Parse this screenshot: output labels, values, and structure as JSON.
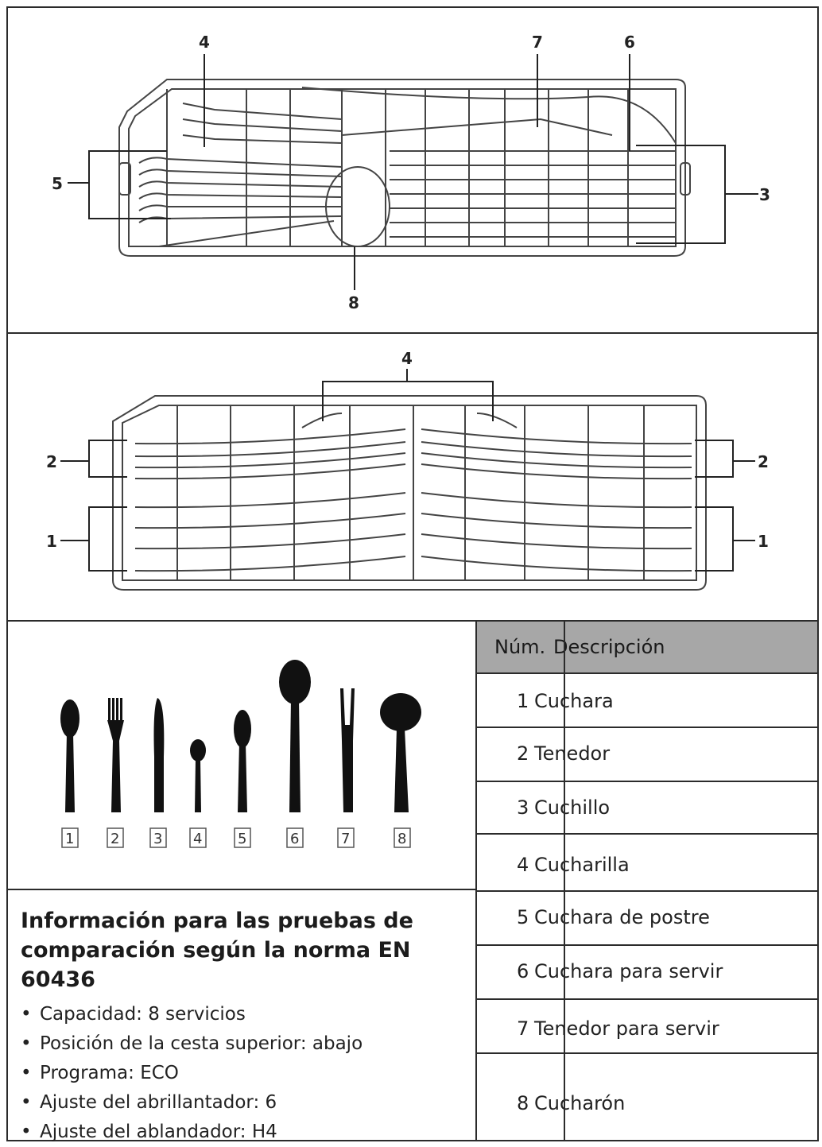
{
  "top_basket": {
    "callouts": {
      "c4": "4",
      "c7": "7",
      "c6": "6",
      "c5": "5",
      "c3": "3",
      "c8": "8"
    }
  },
  "mid_basket": {
    "callouts": {
      "c4": "4",
      "c2_left": "2",
      "c2_right": "2",
      "c1_left": "1",
      "c1_right": "1"
    }
  },
  "cutlery_icons": [
    {
      "number": "1",
      "icon": "spoon-icon"
    },
    {
      "number": "2",
      "icon": "fork-icon"
    },
    {
      "number": "3",
      "icon": "knife-icon"
    },
    {
      "number": "4",
      "icon": "teaspoon-icon"
    },
    {
      "number": "5",
      "icon": "dessert-spoon-icon"
    },
    {
      "number": "6",
      "icon": "serving-spoon-icon"
    },
    {
      "number": "7",
      "icon": "serving-fork-icon"
    },
    {
      "number": "8",
      "icon": "ladle-icon"
    }
  ],
  "table": {
    "header": {
      "num": "Núm.",
      "desc": "Descripción"
    },
    "rows": [
      {
        "num": "1",
        "desc": "Cuchara"
      },
      {
        "num": "2",
        "desc": "Tenedor"
      },
      {
        "num": "3",
        "desc": "Cuchillo"
      },
      {
        "num": "4",
        "desc": "Cucharilla"
      },
      {
        "num": "5",
        "desc": "Cuchara de postre"
      },
      {
        "num": "6",
        "desc": "Cuchara para servir"
      },
      {
        "num": "7",
        "desc": "Tenedor para servir"
      },
      {
        "num": "8",
        "desc": "Cucharón"
      }
    ]
  },
  "info": {
    "title": "Información para las pruebas de comparación según la norma EN 60436",
    "bullet": "•",
    "items": [
      "Capacidad: 8 servicios",
      "Posición de la cesta superior: abajo",
      "Programa: ECO",
      "Ajuste del abrillantador: 6",
      "Ajuste del ablandador: H4"
    ]
  }
}
